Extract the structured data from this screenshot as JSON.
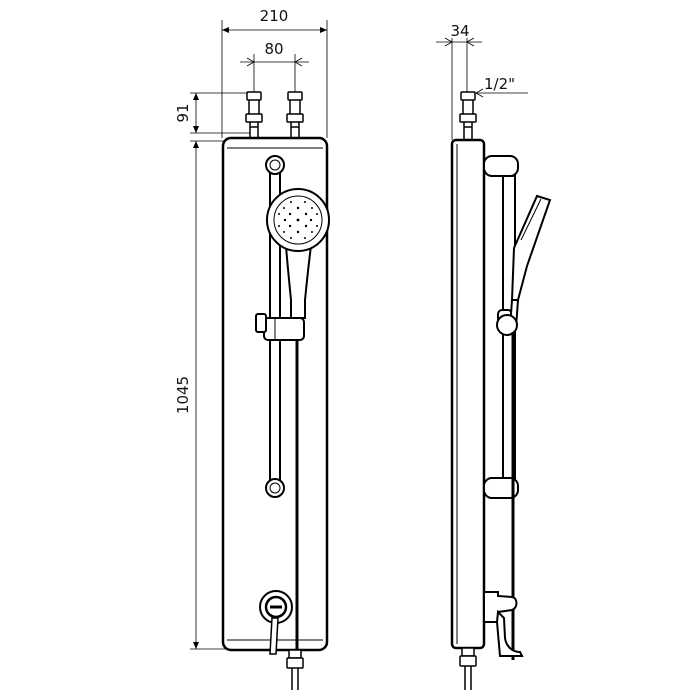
{
  "dimensions": {
    "width_total": "210",
    "inlet_spacing": "80",
    "inlet_height": "91",
    "panel_height": "1045",
    "depth": "34",
    "thread_size": "1/2\""
  },
  "views": {
    "front": {
      "components": [
        "inlet-fittings",
        "panel",
        "slide-rail",
        "hand-shower",
        "slider-bracket",
        "mixer-knob",
        "hose"
      ]
    },
    "side": {
      "components": [
        "inlet-fitting",
        "panel",
        "slide-rail",
        "hand-shower",
        "mixer-lever",
        "hose"
      ]
    }
  },
  "colors": {
    "line": "#000000",
    "background": "#ffffff"
  }
}
